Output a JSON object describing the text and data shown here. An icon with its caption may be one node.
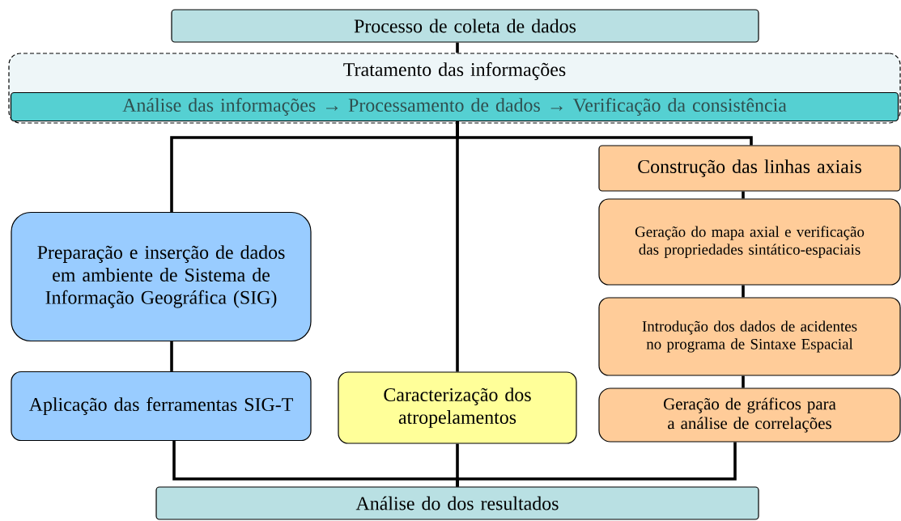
{
  "diagram": {
    "nodes": [
      {
        "text": [
          "Processo de coleta de dados"
        ]
      },
      {
        "text": [
          "Tratamento das informações"
        ]
      },
      {
        "text": [
          "Análise das informações → Processamento de dados → Verificação da consistência"
        ],
        "in": 1
      },
      {
        "text": [
          "Preparação e inserção de dados em ambiente de Sistema de Informação Geográfica (SIG)"
        ]
      },
      {
        "text": [
          "Aplicação das ferramentas SIG-T"
        ]
      },
      {
        "text": [
          "Caracterização dos atropelamentos"
        ]
      },
      {
        "text": [
          "Construção das linhas axiais"
        ]
      },
      {
        "text": [
          "Geração do mapa axial e verificação das propriedades sintático-espaciais"
        ]
      },
      {
        "text": [
          "Introdução dos dados de acidentes no programa de Sintaxe Espacial"
        ]
      },
      {
        "text": [
          "Geração de gráficos para a análise de correlações"
        ]
      },
      {
        "text": [
          "Análise do dos resultados"
        ]
      }
    ],
    "edges": [
      {
        "from": 0,
        "to": 1,
        "arrow": "none"
      },
      {
        "from": 2,
        "to": 3,
        "arrow": "none"
      },
      {
        "from": 2,
        "to": 5,
        "arrow": "none"
      },
      {
        "from": 2,
        "to": 6,
        "arrow": "none"
      },
      {
        "from": 3,
        "to": 4,
        "arrow": "none"
      },
      {
        "from": 6,
        "to": 7,
        "arrow": "none"
      },
      {
        "from": 7,
        "to": 8,
        "arrow": "none"
      },
      {
        "from": 8,
        "to": 9,
        "arrow": "none"
      },
      {
        "from": 4,
        "to": 10,
        "arrow": "none"
      },
      {
        "from": 5,
        "to": 10,
        "arrow": "none"
      },
      {
        "from": 9,
        "to": 10,
        "arrow": "none"
      }
    ]
  }
}
